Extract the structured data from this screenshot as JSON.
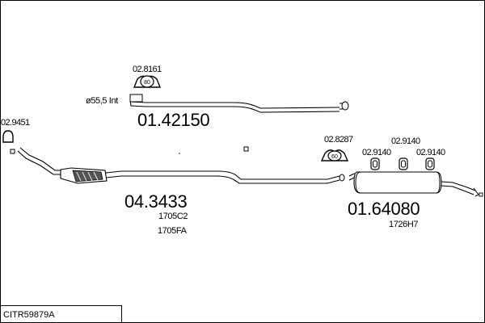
{
  "diagram": {
    "reference": "CITR59879A",
    "parts": [
      {
        "number": "01.42150",
        "kind": "front-pipe"
      },
      {
        "number": "04.3433",
        "kind": "catalytic-converter-pipe",
        "refs": [
          "1705C2",
          "1705FA"
        ]
      },
      {
        "number": "01.64080",
        "kind": "rear-silencer",
        "refs": [
          "1726H7"
        ]
      }
    ],
    "accessories": [
      {
        "code": "02.8161",
        "badge": "80"
      },
      {
        "code": "02.9451"
      },
      {
        "code": "02.8287",
        "badge": "60"
      },
      {
        "code": "02.9140"
      },
      {
        "code": "02.9140"
      },
      {
        "code": "02.9140"
      }
    ],
    "pipe_note": "ø55,5  Int"
  },
  "colors": {
    "ink": "#000000",
    "background": "#ffffff"
  }
}
